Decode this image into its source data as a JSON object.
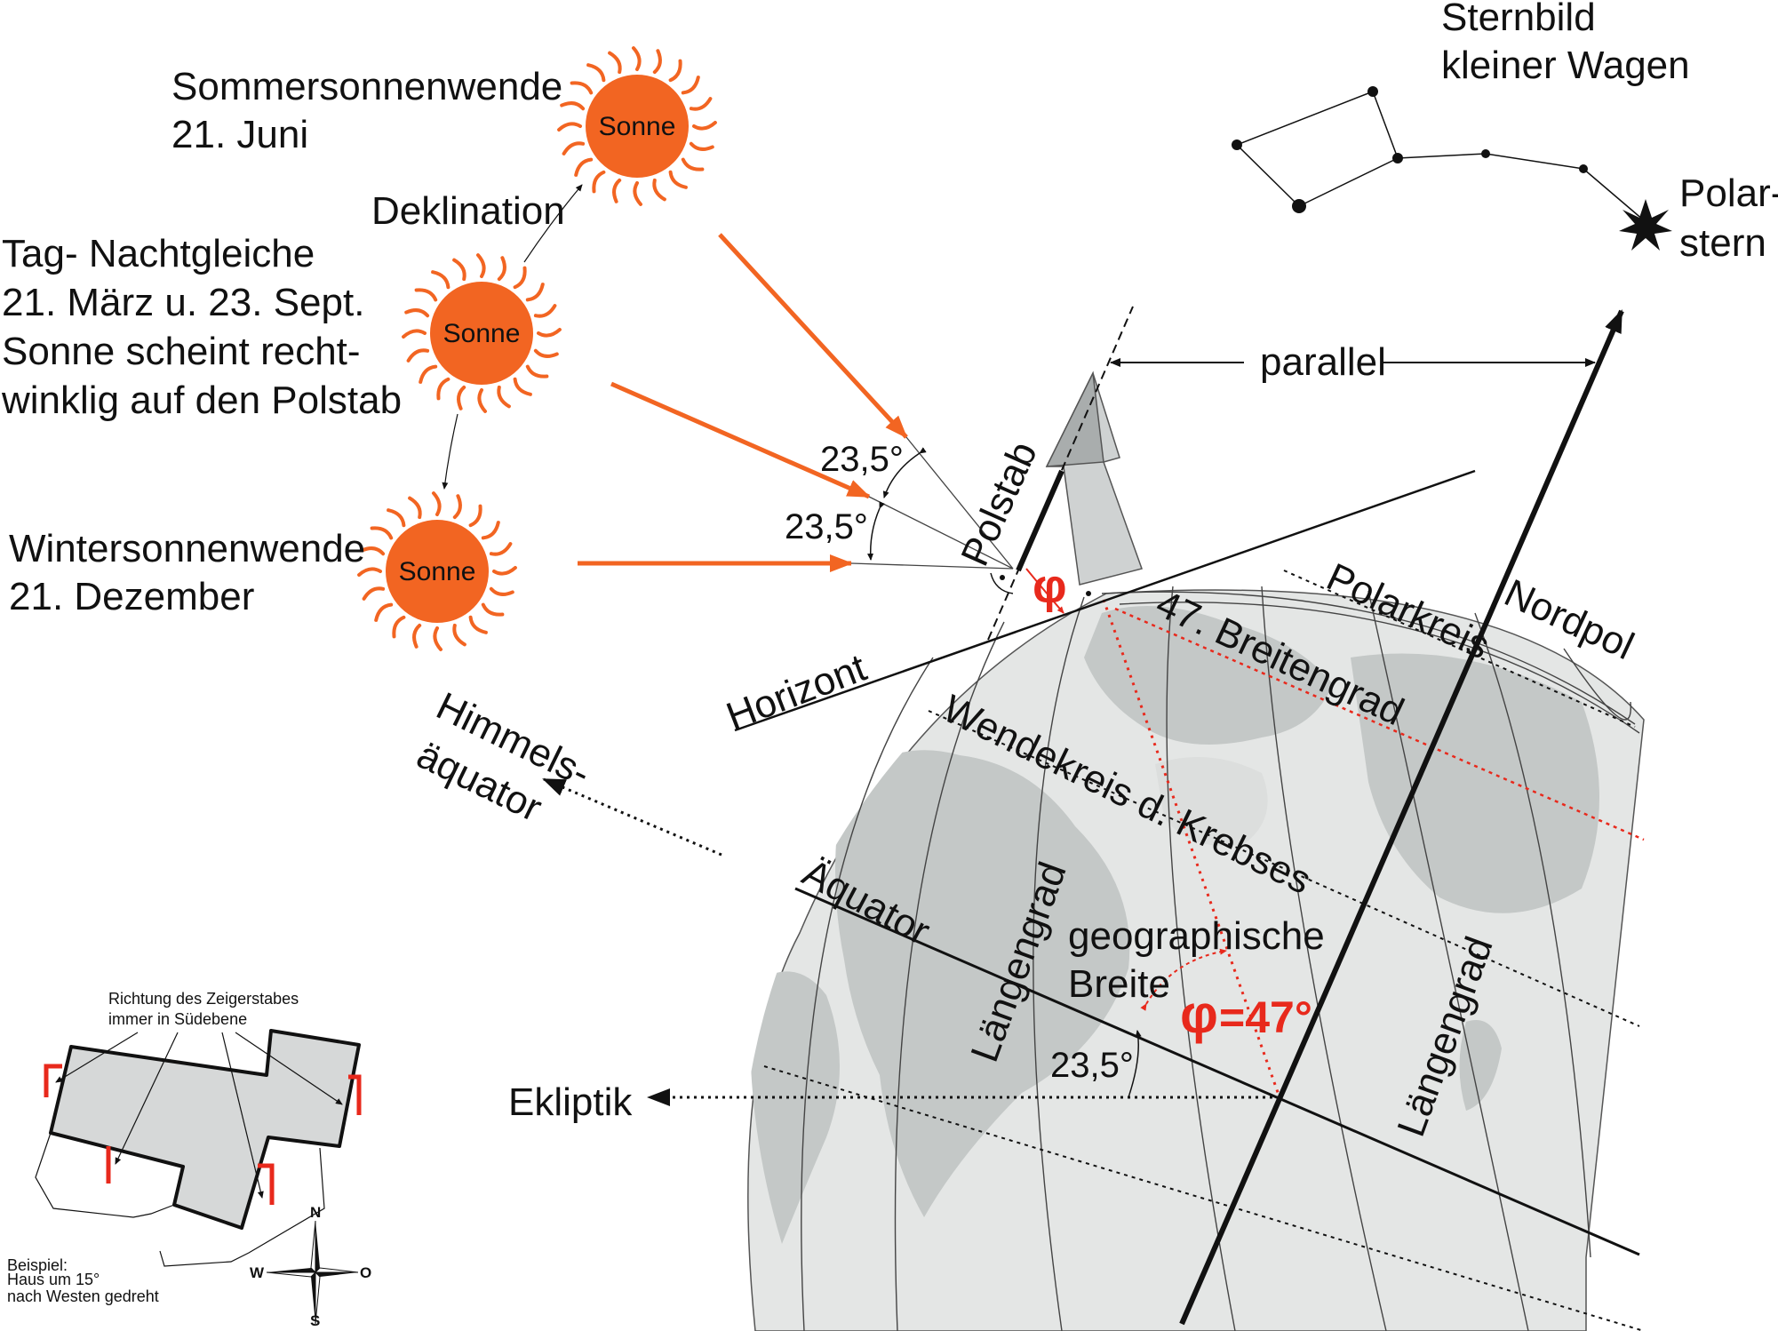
{
  "suns": {
    "summer": {
      "label": "Sonne",
      "caption_line1": "Sommersonnenwende",
      "caption_line2": "21. Juni"
    },
    "equinox": {
      "label": "Sonne",
      "caption_line1": "Tag- Nachtgleiche",
      "caption_line2": "21. März u. 23. Sept.",
      "caption_line3": "Sonne scheint recht-",
      "caption_line4": "winklig auf den Polstab"
    },
    "winter": {
      "label": "Sonne",
      "caption_line1": "Wintersonnenwende",
      "caption_line2": "21. Dezember"
    }
  },
  "labels": {
    "deklination": "Deklination",
    "constellation_line1": "Sternbild",
    "constellation_line2": "kleiner Wagen",
    "polar_line1": "Polar-",
    "polar_line2": "stern",
    "parallel": "parallel",
    "angle_upper": "23,5°",
    "angle_lower": "23,5°",
    "angle_equator": "23,5°",
    "polstab": "Polstab",
    "phi_small": "φ",
    "phi_big": "φ",
    "phi_value": "=47°",
    "horizont": "Horizont",
    "polarkreis": "Polarkreis",
    "nordpol": "Nordpol",
    "breitengrad": "47. Breitengrad",
    "wendekreis": "Wendekreis d. Krebses",
    "himmels_line1": "Himmels-",
    "himmels_line2": "äquator",
    "aequator": "Äquator",
    "laengengrad_left": "Längengrad",
    "laengengrad_right": "Längengrad",
    "geo_line1": "geographische",
    "geo_line2": "Breite",
    "ekliptik": "Ekliptik"
  },
  "house_inset": {
    "title_line1": "Richtung des Zeigerstabes",
    "title_line2": "immer in Südebene",
    "example_line1": "Beispiel:",
    "example_line2": "Haus um 15°",
    "example_line3": "nach Westen gedreht",
    "compass_n": "N",
    "compass_s": "S",
    "compass_w": "W",
    "compass_o": "O"
  },
  "colors": {
    "sun_orange": "#f26522",
    "ray_orange": "#f26522",
    "accent_red": "#e8291c",
    "globe_fill": "#e4e6e5",
    "land_fill": "#c4c8c7",
    "gnomon_fill": "#cfd2d2"
  }
}
